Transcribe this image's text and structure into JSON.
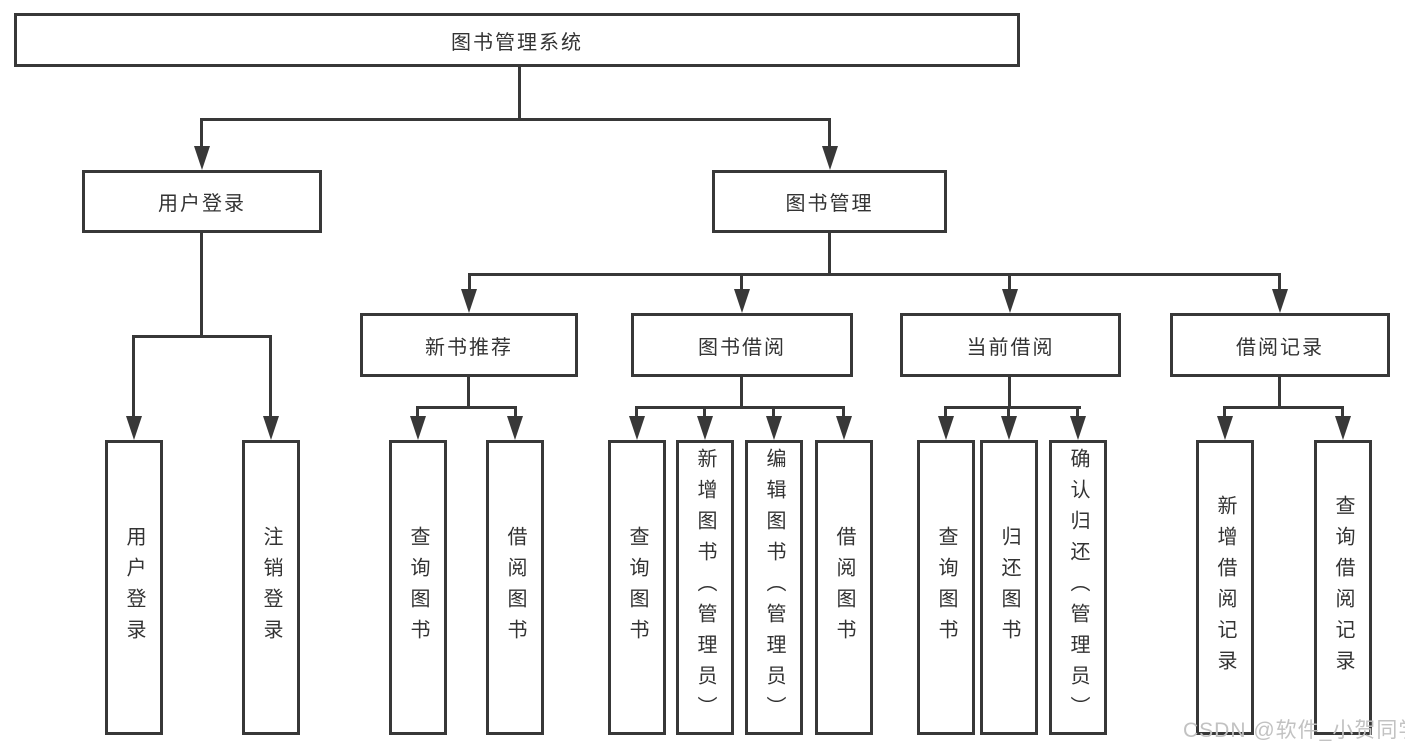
{
  "diagram": {
    "title": "图书管理系统",
    "level2": [
      {
        "label": "用户登录"
      },
      {
        "label": "图书管理"
      }
    ],
    "level3": [
      {
        "label": "新书推荐"
      },
      {
        "label": "图书借阅"
      },
      {
        "label": "当前借阅"
      },
      {
        "label": "借阅记录"
      }
    ],
    "leaves": [
      {
        "label": "用户登录"
      },
      {
        "label": "注销登录"
      },
      {
        "label": "查询图书"
      },
      {
        "label": "借阅图书"
      },
      {
        "label": "查询图书"
      },
      {
        "label": "新增图书（管理员）"
      },
      {
        "label": "编辑图书（管理员）"
      },
      {
        "label": "借阅图书"
      },
      {
        "label": "查询图书"
      },
      {
        "label": "归还图书"
      },
      {
        "label": "确认归还（管理员）"
      },
      {
        "label": "新增借阅记录"
      },
      {
        "label": "查询借阅记录"
      }
    ]
  },
  "watermark": {
    "text": "CSDN @软件_小贺同学"
  },
  "colors": {
    "line": "#383838",
    "text": "#333333",
    "watermark": "#c2c2c2",
    "background": "#ffffff"
  }
}
